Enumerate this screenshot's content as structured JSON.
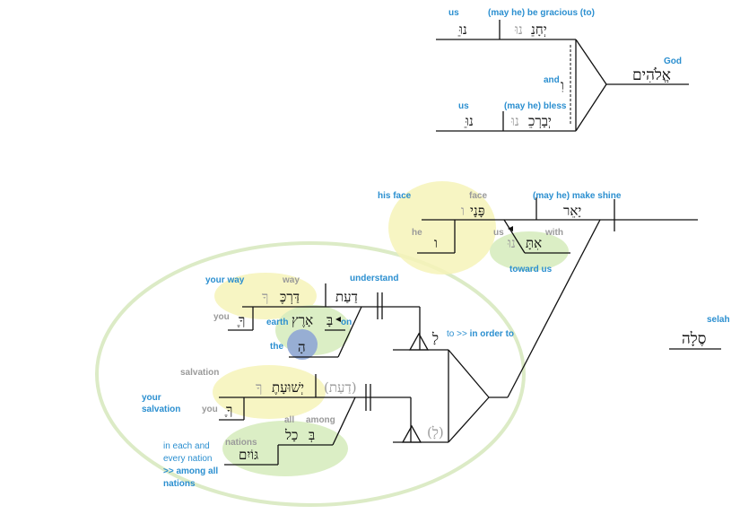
{
  "colors": {
    "english": "#2b8fd0",
    "gray": "#9a9a9a",
    "hebrew": "#111111",
    "highlight_yellow": "#f6f3b8",
    "highlight_green": "#d7ecbf",
    "highlight_blue": "#8fa6d4",
    "ellipse_outline": "#dcebc6"
  },
  "top_block": {
    "lbl_us_1": "us",
    "lbl_gracious": "(may he) be gracious (to)",
    "heb_nu_1": "ֵנוּ",
    "heb_yechon": "יְחָנֵ",
    "heb_yechon_suffix": "נוּ",
    "lbl_and": "and",
    "heb_vav": "וִ",
    "lbl_god": "God",
    "heb_elohim": "אֱלֹהִים",
    "lbl_us_2": "us",
    "lbl_bless": "(may he) bless",
    "heb_nu_2": "ֵנוּ",
    "heb_yevarech": "יְבָרְכֵ",
    "heb_yevarech_suffix": "נוּ"
  },
  "face_block": {
    "lbl_his_face": "his face",
    "lbl_face": "face",
    "heb_panav": "פָּנָי",
    "heb_panav_suffix": "ו",
    "lbl_shine": "(may he) make shine",
    "heb_yaer": "יָאֵר",
    "lbl_he": "he",
    "heb_vav": "ו",
    "lbl_us": "us",
    "lbl_with": "with",
    "heb_itanu": "אִתָּ",
    "heb_itanu_suffix": "נוּ",
    "lbl_toward_us": "toward us"
  },
  "way_block": {
    "lbl_your_way": "your way",
    "lbl_way": "way",
    "heb_darkecha": "דַּרְכֶּ",
    "heb_darkecha_suffix": "ךָ",
    "lbl_understand": "understand",
    "heb_daat": "דַעַת",
    "lbl_you": "you",
    "heb_cha": "ֶךָ",
    "lbl_earth": "earth",
    "lbl_on": "on",
    "heb_baaretz_prefix": "בָּ",
    "heb_baaretz": "אָרֶץ",
    "lbl_the": "the",
    "heb_ha": "הָ"
  },
  "purpose": {
    "heb_lamed": "לָ",
    "lbl_to": "to >> ",
    "lbl_in_order_to": "in order to",
    "heb_lamed_paren": "(לָ)"
  },
  "salvation_block": {
    "lbl_salvation": "salvation",
    "lbl_your_salvation_1": "your",
    "lbl_your_salvation_2": "salvation",
    "heb_yeshuatecha": "יְשׁוּעָתֶ",
    "heb_yeshuatecha_suffix": "ךָ",
    "heb_daat_paren": "(דַעַת)",
    "lbl_you": "you",
    "heb_cha": "ֶךָ",
    "lbl_all": "all",
    "lbl_among": "among",
    "heb_bechol_prefix": "בְּ",
    "heb_kol": "כָל",
    "lbl_nations": "nations",
    "heb_goyim": "גּוֹיִם",
    "lbl_each_1": "in each and",
    "lbl_each_2": "every nation",
    "lbl_each_3": ">> among all",
    "lbl_each_4": "nations"
  },
  "selah": {
    "lbl_selah": "selah",
    "heb_selah": "סֶלָה"
  }
}
